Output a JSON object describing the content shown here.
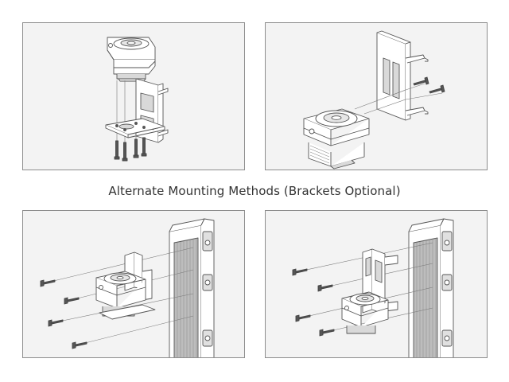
{
  "caption": "Alternate Mounting Methods (Brackets Optional)",
  "colors": {
    "line": "#555555",
    "fill_light": "#ffffff",
    "fill_mid": "#d9d9d9",
    "fill_dark": "#9a9a9a",
    "panel_bg": "#f3f3f3",
    "caption": "#333333"
  },
  "panels": [
    {
      "id": "bracket-bottom-mount",
      "icons": [
        "pump-reservoir-icon",
        "bracket-icon",
        "screw-icon"
      ]
    },
    {
      "id": "bracket-side-mount",
      "icons": [
        "pump-reservoir-icon",
        "bracket-icon",
        "screw-icon"
      ]
    },
    {
      "id": "radiator-direct-mount",
      "icons": [
        "pump-reservoir-icon",
        "radiator-icon",
        "screw-icon"
      ]
    },
    {
      "id": "radiator-bracket-mount",
      "icons": [
        "pump-reservoir-icon",
        "bracket-icon",
        "radiator-icon",
        "screw-icon"
      ]
    }
  ]
}
